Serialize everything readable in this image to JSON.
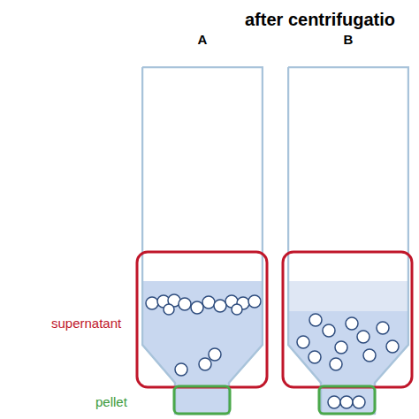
{
  "diagram": {
    "title": "after centrifugatio",
    "nodes": [
      {
        "text": [
          "A"
        ]
      },
      {
        "text": [
          "B"
        ]
      }
    ],
    "labels": [
      "supernatant",
      "pellet"
    ]
  }
}
